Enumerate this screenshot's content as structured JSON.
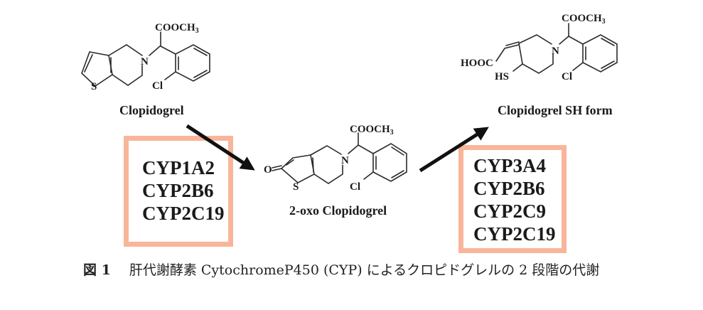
{
  "compounds": {
    "clopidogrel": {
      "name": "Clopidogrel",
      "labels": {
        "ester": "COOCH",
        "ester_sub": "3",
        "n": "N",
        "s": "S",
        "cl": "Cl"
      }
    },
    "oxo": {
      "name": "2-oxo Clopidogrel",
      "labels": {
        "ester": "COOCH",
        "ester_sub": "3",
        "n": "N",
        "s": "S",
        "cl": "Cl",
        "o": "O"
      }
    },
    "sh_form": {
      "name": "Clopidogrel SH form",
      "labels": {
        "ester": "COOCH",
        "ester_sub": "3",
        "n": "N",
        "hs": "HS",
        "cl": "Cl",
        "acid": "HOOC"
      }
    }
  },
  "enzymes": {
    "step1": [
      "CYP1A2",
      "CYP2B6",
      "CYP2C19"
    ],
    "step2": [
      "CYP3A4",
      "CYP2B6",
      "CYP2C9",
      "CYP2C19"
    ]
  },
  "caption": {
    "figure_label": "図 1",
    "text": "肝代謝酵素 CytochromeP450 (CYP) によるクロピドグレルの 2 段階の代謝"
  },
  "colors": {
    "box_border": "#F9B59A",
    "arrow": "#111111"
  }
}
